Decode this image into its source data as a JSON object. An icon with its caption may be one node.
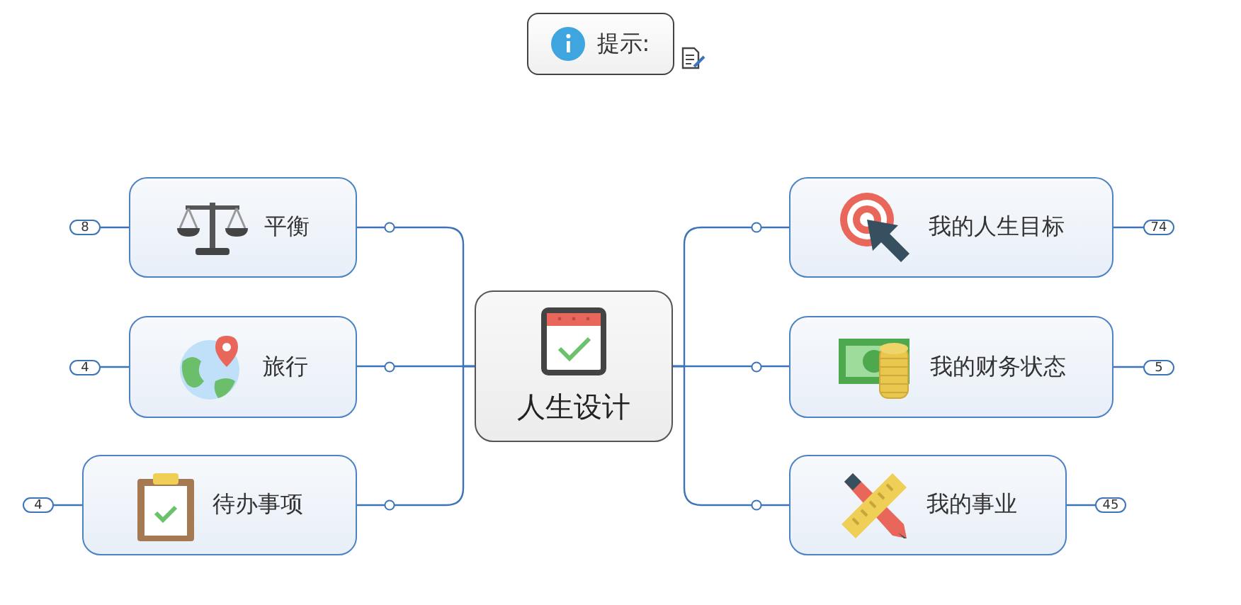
{
  "diagram": {
    "nodes": [
      {
        "text": [
          "人生设计"
        ]
      },
      {
        "text": [
          "平衡"
        ]
      },
      {
        "text": [
          "旅行"
        ]
      },
      {
        "text": [
          "待办事项"
        ]
      },
      {
        "text": [
          "我的人生目标"
        ]
      },
      {
        "text": [
          "我的财务状态"
        ]
      },
      {
        "text": [
          "我的事业"
        ]
      },
      {
        "text": [
          "提示:"
        ]
      },
      {
        "text": [
          "8"
        ]
      },
      {
        "text": [
          "4"
        ]
      },
      {
        "text": [
          "4"
        ]
      },
      {
        "text": [
          "74"
        ]
      },
      {
        "text": [
          "5"
        ]
      },
      {
        "text": [
          "45"
        ]
      }
    ],
    "edges": [
      {
        "from": 0,
        "to": 1,
        "arrow": "none"
      },
      {
        "from": 0,
        "to": 2,
        "arrow": "none"
      },
      {
        "from": 0,
        "to": 3,
        "arrow": "none"
      },
      {
        "from": 0,
        "to": 4,
        "arrow": "none"
      },
      {
        "from": 0,
        "to": 5,
        "arrow": "none"
      },
      {
        "from": 0,
        "to": 6,
        "arrow": "none"
      },
      {
        "from": 1,
        "to": 8,
        "arrow": "none"
      },
      {
        "from": 2,
        "to": 9,
        "arrow": "none"
      },
      {
        "from": 3,
        "to": 10,
        "arrow": "none"
      },
      {
        "from": 4,
        "to": 11,
        "arrow": "none"
      },
      {
        "from": 5,
        "to": 12,
        "arrow": "none"
      },
      {
        "from": 6,
        "to": 13,
        "arrow": "none"
      }
    ]
  }
}
